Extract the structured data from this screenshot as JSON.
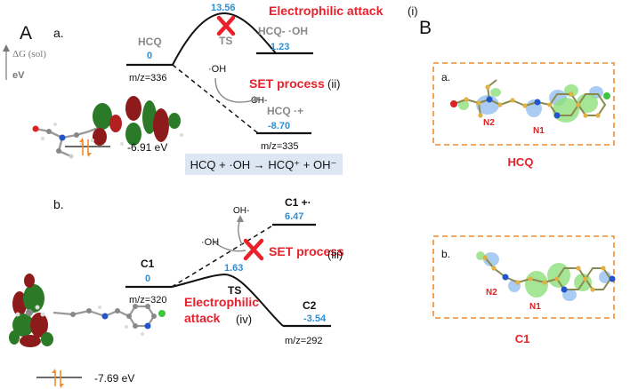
{
  "panelA": {
    "label": "A",
    "axis_label": "ΔG (sol)",
    "axis_unit": "eV",
    "a": {
      "sublabel": "a.",
      "reactant": {
        "name": "HCQ",
        "energy": "0",
        "mz": "m/z=336"
      },
      "ts": {
        "energy": "13.56",
        "name": "TS"
      },
      "product_ea": {
        "name": "HCQ- ·OH",
        "energy": "1.23"
      },
      "product_set": {
        "name": "HCQ ·+",
        "energy": "-8.70",
        "mz": "m/z=335"
      },
      "electrophilic_title": "Electrophilic attack",
      "electrophilic_index": "(i)",
      "set_title": "SET process",
      "set_index": "(ii)",
      "oh_in": "·OH",
      "oh_out": "OH-",
      "homo_energy": "-6.91 eV",
      "equation": "HCQ + ·OH → HCQ⁺ + OH⁻"
    },
    "b": {
      "sublabel": "b.",
      "reactant": {
        "name": "C1",
        "energy": "0",
        "mz": "m/z=320"
      },
      "product_set": {
        "name": "C1 +·",
        "energy": "6.47"
      },
      "oh_out": "OH-",
      "oh_in": "·OH",
      "set_title": "SET process",
      "set_index": "(iii)",
      "ts": {
        "energy": "1.63",
        "name": "TS"
      },
      "electrophilic_title_1": "Electrophilic",
      "electrophilic_title_2": "attack",
      "electrophilic_index": "(iv)",
      "product_ea": {
        "name": "C2",
        "energy": "-3.54",
        "mz": "m/z=292"
      },
      "homo_energy": "-7.69 eV"
    }
  },
  "panelB": {
    "label": "B",
    "a": {
      "sublabel": "a.",
      "n2": "N2",
      "n1": "N1",
      "caption": "HCQ"
    },
    "b": {
      "sublabel": "b.",
      "n2": "N2",
      "n1": "N1",
      "caption": "C1"
    }
  },
  "colors": {
    "red": "#e8212b",
    "blue": "#2f8fd4",
    "gray": "#8a8a8a",
    "orange": "#f08a2c",
    "box_fill": "#dde7f3"
  }
}
